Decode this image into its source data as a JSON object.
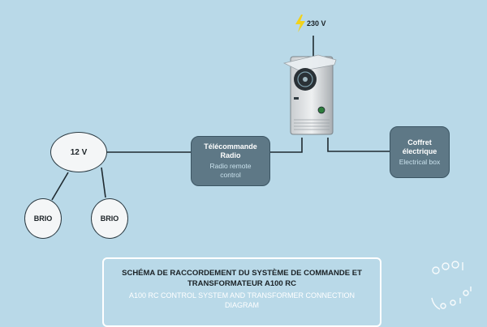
{
  "power": {
    "voltage_label": "230 V"
  },
  "nodes": {
    "supply_12v": {
      "label": "12 V"
    },
    "brio_left": {
      "label": "BRIO"
    },
    "brio_right": {
      "label": "BRIO"
    },
    "remote": {
      "title_fr": "Télécommande Radio",
      "title_en": "Radio remote control"
    },
    "electrical_box": {
      "title_fr": "Coffret électrique",
      "title_en": "Electrical box"
    }
  },
  "caption": {
    "title_fr": "SCHÉMA DE RACCORDEMENT DU SYSTÈME DE COMMANDE ET TRANSFORMATEUR A100 RC",
    "title_en": "A100 RC CONTROL SYSTEM AND TRANSFORMER CONNECTION DIAGRAM"
  },
  "brand": {
    "logo_text": "pool planet"
  },
  "colors": {
    "background": "#b9d9e8",
    "node_dark": "#5e7886",
    "bolt": "#f2d21a",
    "wire": "#2b3a42"
  }
}
